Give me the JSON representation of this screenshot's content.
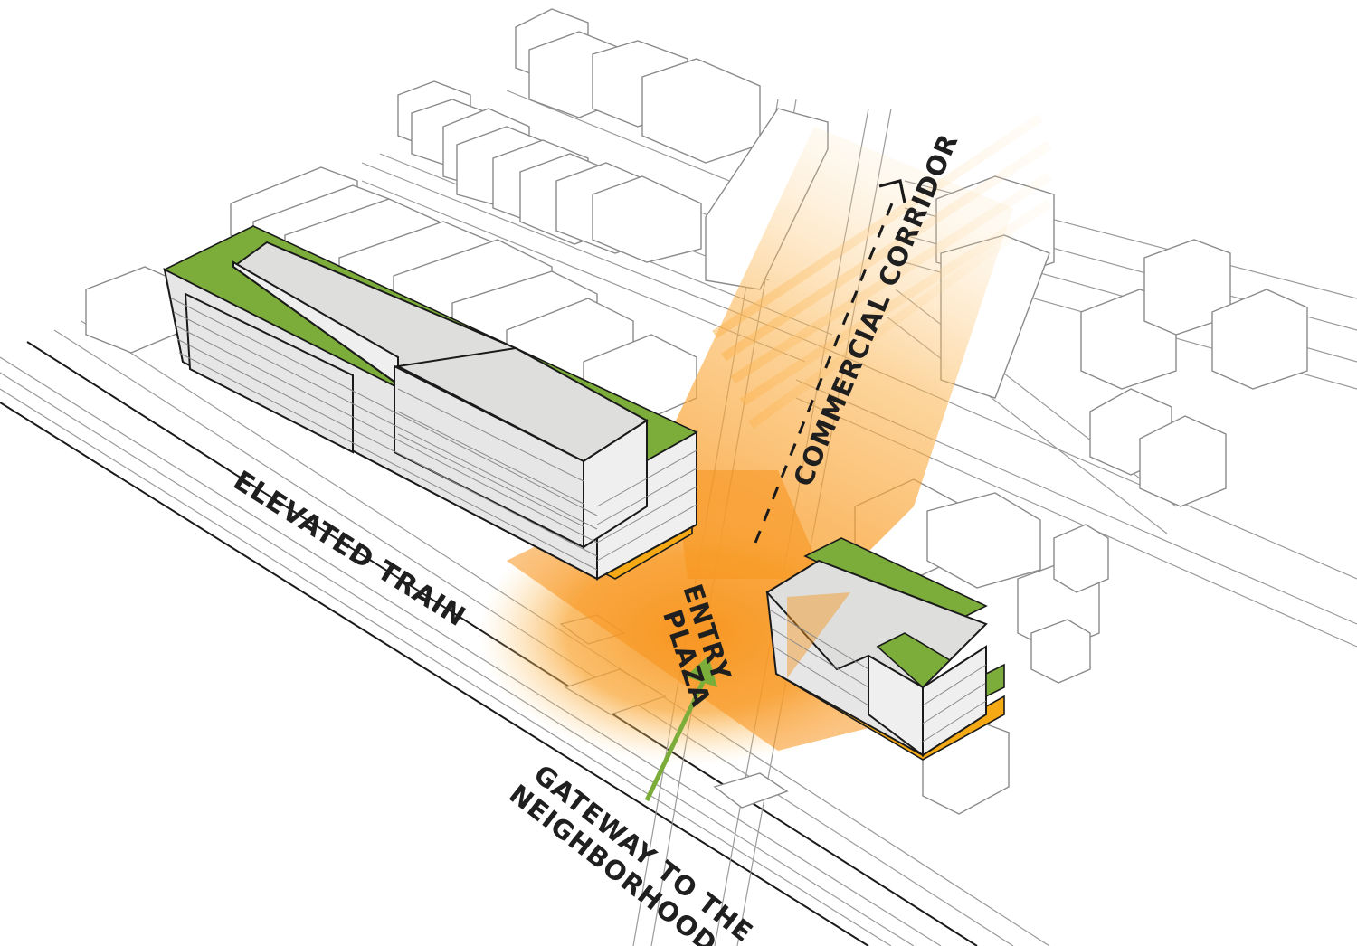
{
  "labels": {
    "commercial_corridor": "COMMERCIAL CORRIDOR",
    "elevated_train": "ELEVATED TRAIN",
    "entry_line1": "ENTRY",
    "entry_line2": "PLAZA",
    "gateway_line1": "GATEWAY TO THE",
    "gateway_line2": "NEIGHBORHOOD"
  },
  "colors": {
    "plaza_orange": "#f7941d",
    "glow_yellow": "#fbd38a",
    "roof_green": "#7cad3a",
    "podium_orange": "#f5aa15",
    "arrow_green": "#7cad3a"
  }
}
